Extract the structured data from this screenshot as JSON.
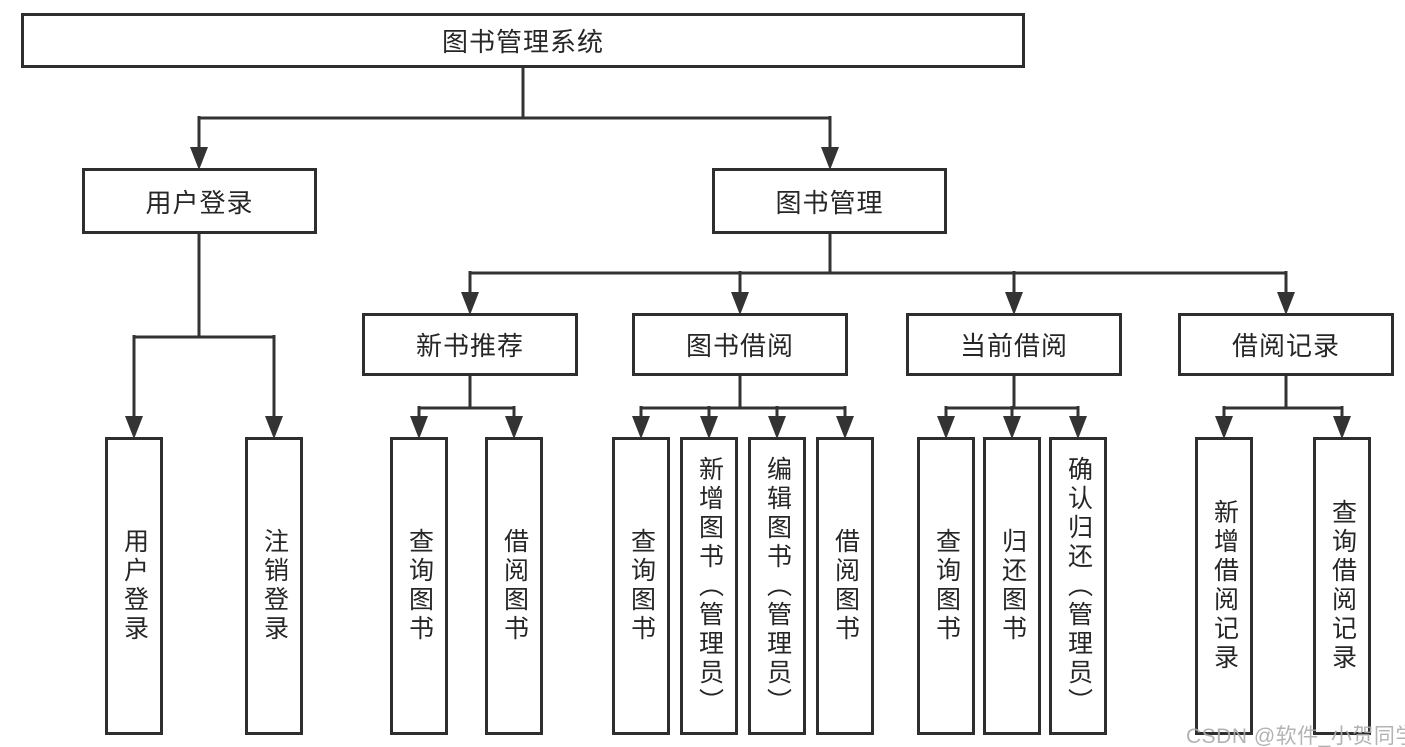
{
  "diagram": {
    "root": {
      "label": "图书管理系统"
    },
    "branches": [
      {
        "label": "用户登录",
        "children": [
          {
            "label": "用户登录"
          },
          {
            "label": "注销登录"
          }
        ]
      },
      {
        "label": "图书管理",
        "children": [
          {
            "label": "新书推荐",
            "children": [
              {
                "label": "查询图书"
              },
              {
                "label": "借阅图书"
              }
            ]
          },
          {
            "label": "图书借阅",
            "children": [
              {
                "label": "查询图书"
              },
              {
                "label": "新增图书（管理员）"
              },
              {
                "label": "编辑图书（管理员）"
              },
              {
                "label": "借阅图书"
              }
            ]
          },
          {
            "label": "当前借阅",
            "children": [
              {
                "label": "查询图书"
              },
              {
                "label": "归还图书"
              },
              {
                "label": "确认归还（管理员）"
              }
            ]
          },
          {
            "label": "借阅记录",
            "children": [
              {
                "label": "新增借阅记录"
              },
              {
                "label": "查询借阅记录"
              }
            ]
          }
        ]
      }
    ]
  },
  "watermark": {
    "text": "CSDN @软件_小贺同学"
  },
  "colors": {
    "line": "#333333",
    "box_border": "#2e2e2e",
    "text": "#262626",
    "watermark": "#acacac",
    "background": "#ffffff"
  }
}
